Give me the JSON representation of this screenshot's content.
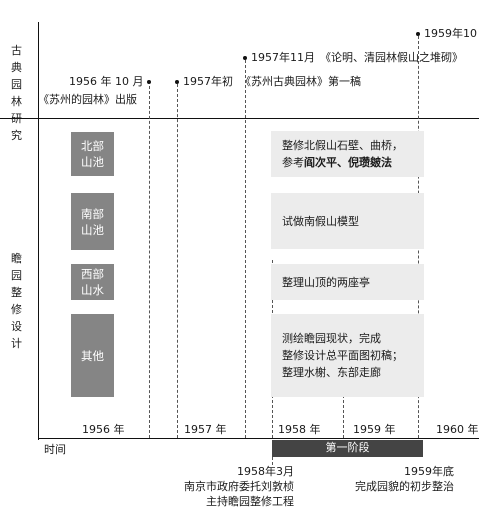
{
  "rows": {
    "research_label": "古典园林研究",
    "design_label": "瞻园整修设计",
    "time_label": "时间"
  },
  "events": [
    {
      "date": "1956 年 10 月",
      "desc": "《苏州的园林》出版"
    },
    {
      "date": "1957年初",
      "desc": "《苏州古典园林》第一稿"
    },
    {
      "date": "1957年11月",
      "desc": "《论明、清园林假山之堆砌》"
    },
    {
      "date": "1959年10"
    }
  ],
  "areas": [
    {
      "name": "北部山池",
      "work_line1": "整修北假山石壁、曲桥，",
      "work_line2_prefix": "参考",
      "work_line2_bold": "阎次平、倪瓒皴法"
    },
    {
      "name": "南部山池",
      "work": "试做南假山模型"
    },
    {
      "name": "西部山水",
      "work": "整理山顶的两座亭"
    },
    {
      "name": "其他",
      "work_lines": [
        "测绘瞻园现状，完成",
        "整修设计总平面图初稿；",
        "整理水榭、东部走廊"
      ]
    }
  ],
  "years": [
    "1956 年",
    "1957 年",
    "1958 年",
    "1959 年",
    "1960 年"
  ],
  "phase_label": "第一阶段",
  "bottom_events": [
    {
      "date": "1958年3月",
      "lines": [
        "南京市政府委托刘敦桢",
        "主持瞻园整修工程"
      ]
    },
    {
      "date": "1959年底",
      "lines": [
        "完成园貌的初步整治"
      ]
    }
  ]
}
